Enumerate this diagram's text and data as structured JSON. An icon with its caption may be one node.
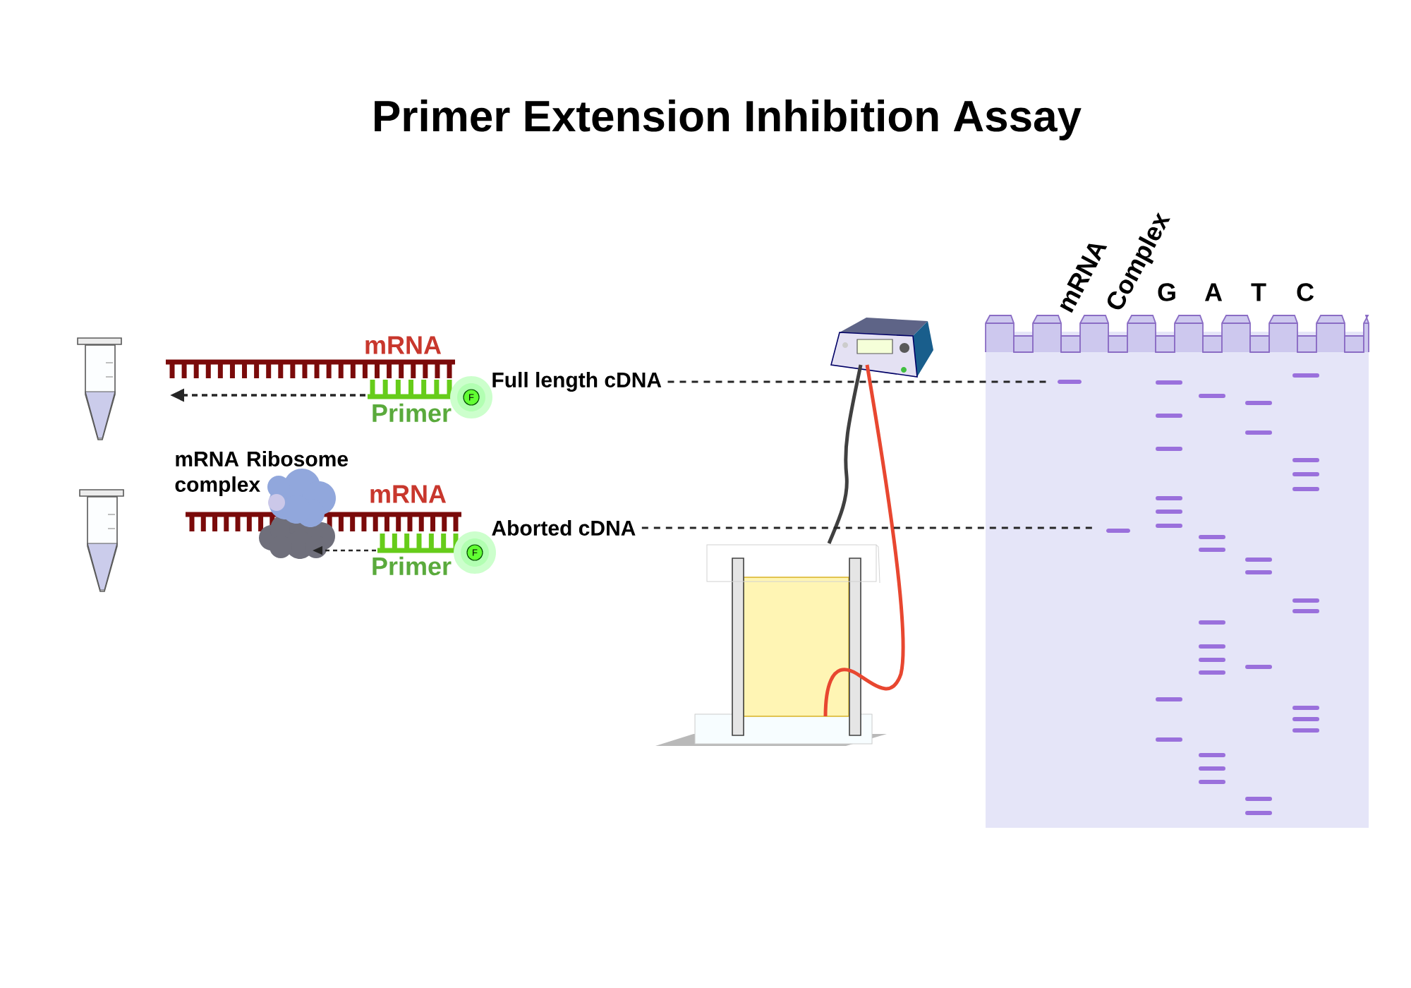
{
  "diagram": {
    "title": "Primer Extension Inhibition Assay",
    "nodes": [
      {
        "text": [
          "Full length cDNA"
        ]
      },
      {
        "text": [],
        "shape": "bar"
      },
      {
        "text": [
          "Aborted cDNA"
        ]
      },
      {
        "text": [],
        "shape": "bar"
      }
    ],
    "edges": [
      {
        "from": 0,
        "to": 1,
        "arrow": "none",
        "style": "dashed"
      },
      {
        "from": 2,
        "to": 3,
        "arrow": "none",
        "style": "dashed"
      }
    ],
    "labels": [
      "mRNA",
      "Primer",
      "F",
      "mRNA Ribosome complex",
      "mRNA",
      "Primer",
      "F",
      "mRNA",
      "Complex",
      "G",
      "A",
      "T",
      "C"
    ]
  }
}
